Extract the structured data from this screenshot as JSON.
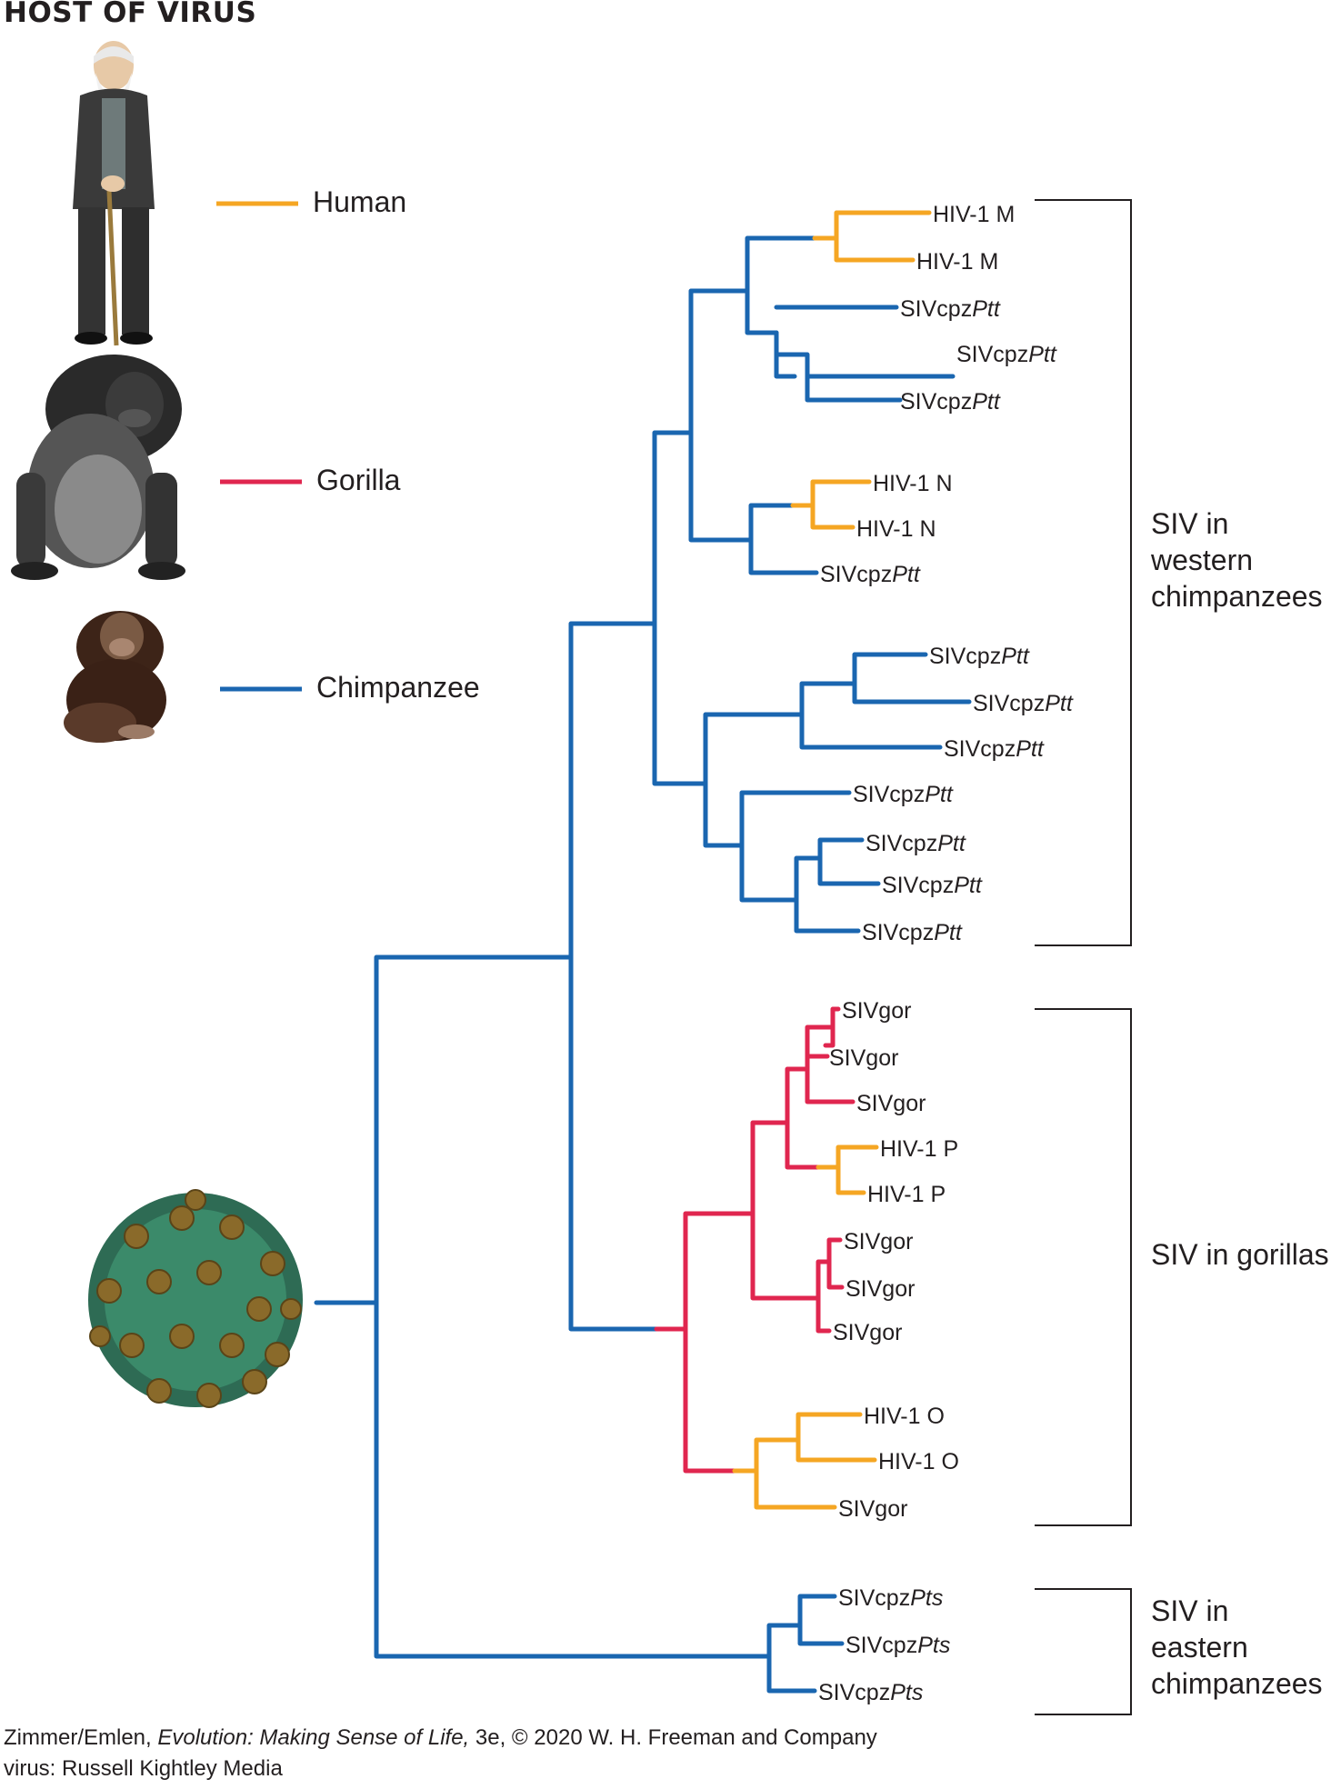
{
  "heading": "HOST OF VIRUS",
  "colors": {
    "human": "#f5a623",
    "gorilla": "#e0264f",
    "chimpanzee": "#1a66b0",
    "bracket": "#231f20"
  },
  "legend": {
    "human": "Human",
    "gorilla": "Gorilla",
    "chimpanzee": "Chimpanzee"
  },
  "groups": {
    "western": "SIV in western chimpanzees",
    "western_lines": [
      "SIV in",
      "western",
      "chimpanzees"
    ],
    "gorillas": "SIV in gorillas",
    "eastern": "SIV in eastern chimpanzees",
    "eastern_lines": [
      "SIV in",
      "eastern",
      "chimpanzees"
    ]
  },
  "tips": [
    {
      "base": "HIV-1 M",
      "ital": ""
    },
    {
      "base": "HIV-1 M",
      "ital": ""
    },
    {
      "base": "SIVcpz",
      "ital": "Ptt"
    },
    {
      "base": "SIVcpz",
      "ital": "Ptt"
    },
    {
      "base": "SIVcpz",
      "ital": "Ptt"
    },
    {
      "base": "HIV-1 N",
      "ital": ""
    },
    {
      "base": "HIV-1 N",
      "ital": ""
    },
    {
      "base": "SIVcpz",
      "ital": "Ptt"
    },
    {
      "base": "SIVcpz",
      "ital": "Ptt"
    },
    {
      "base": "SIVcpz",
      "ital": "Ptt"
    },
    {
      "base": "SIVcpz",
      "ital": "Ptt"
    },
    {
      "base": "SIVcpz",
      "ital": "Ptt"
    },
    {
      "base": "SIVcpz",
      "ital": "Ptt"
    },
    {
      "base": "SIVcpz",
      "ital": "Ptt"
    },
    {
      "base": "SIVcpz",
      "ital": "Ptt"
    },
    {
      "base": "SIVgor",
      "ital": ""
    },
    {
      "base": "SIVgor",
      "ital": ""
    },
    {
      "base": "SIVgor",
      "ital": ""
    },
    {
      "base": "HIV-1 P",
      "ital": ""
    },
    {
      "base": "HIV-1 P",
      "ital": ""
    },
    {
      "base": "SIVgor",
      "ital": ""
    },
    {
      "base": "SIVgor",
      "ital": ""
    },
    {
      "base": "SIVgor",
      "ital": ""
    },
    {
      "base": "HIV-1 O",
      "ital": ""
    },
    {
      "base": "HIV-1 O",
      "ital": ""
    },
    {
      "base": "SIVgor",
      "ital": ""
    },
    {
      "base": "SIVcpz",
      "ital": "Pts"
    },
    {
      "base": "SIVcpz",
      "ital": "Pts"
    },
    {
      "base": "SIVcpz",
      "ital": "Pts"
    }
  ],
  "credit": {
    "authors": "Zimmer/Emlen, ",
    "book": "Evolution: Making Sense of Life,",
    "rest": " 3e, © 2020 W. H. Freeman and Company",
    "virus": "virus: Russell Kightley Media"
  }
}
